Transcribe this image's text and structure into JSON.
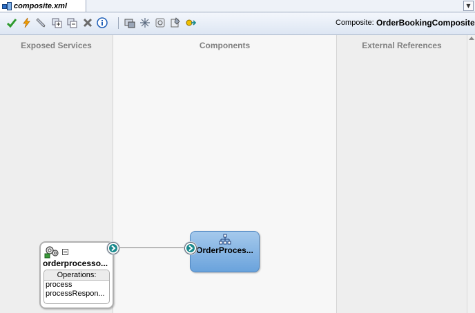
{
  "tab": {
    "label": "composite.xml"
  },
  "toolbar": {
    "composite_label": "Composite:",
    "composite_name": "OrderBookingComposite",
    "icons": [
      "validate-check-icon",
      "lightning-icon",
      "pen-icon",
      "add-icon",
      "copy-icon",
      "delete-icon",
      "info-icon",
      "deploy-icon",
      "snowflake-icon",
      "refresh-icon",
      "edit-icon",
      "test-icon"
    ]
  },
  "swimlanes": {
    "exposed": "Exposed Services",
    "components": "Components",
    "external": "External References"
  },
  "service": {
    "name": "orderprocesso...",
    "operations_label": "Operations:",
    "operations": [
      "process",
      "processRespon..."
    ]
  },
  "component": {
    "name": "OrderProces..."
  },
  "colors": {
    "component_fill": "#7fb0e2",
    "port_arrow": "#1a8a8e",
    "check": "#2e9a2e",
    "lightning": "#e08a00"
  }
}
